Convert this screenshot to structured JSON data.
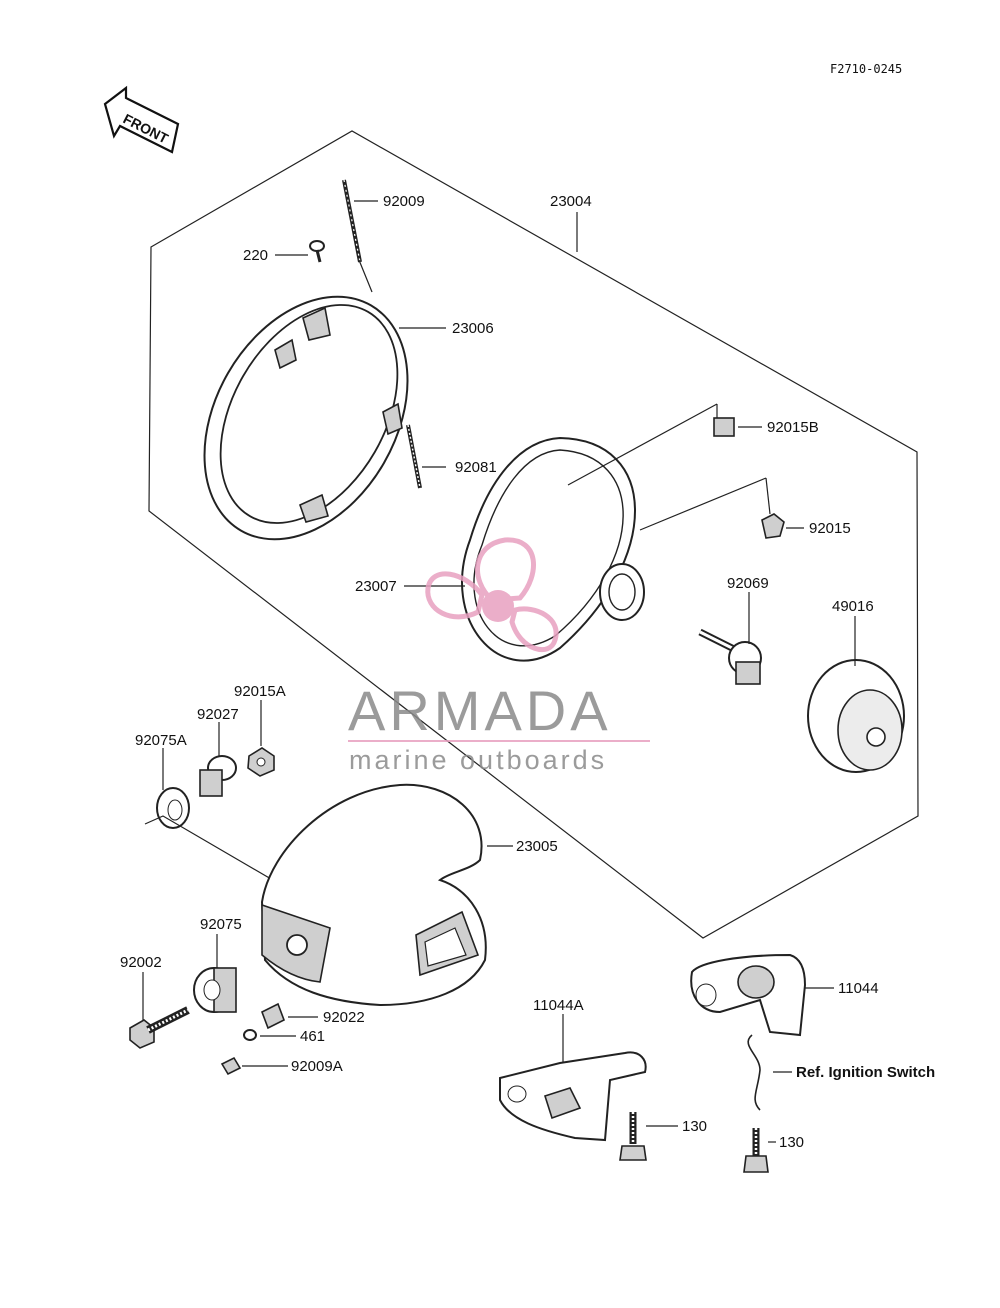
{
  "diagram_code": "F2710-0245",
  "front_label": "FRONT",
  "watermark": {
    "brand": "ARMADA",
    "tagline": "marine outboards",
    "color": "#e8a0c0"
  },
  "labels": {
    "p92009": "92009",
    "p23004": "23004",
    "p220": "220",
    "p23006": "23006",
    "p92015B": "92015B",
    "p92081": "92081",
    "p92015": "92015",
    "p23007": "23007",
    "p92069": "92069",
    "p49016": "49016",
    "p92015A": "92015A",
    "p92027": "92027",
    "p92075A": "92075A",
    "p23005": "23005",
    "p92075": "92075",
    "p92002": "92002",
    "p92022": "92022",
    "p461": "461",
    "p92009A": "92009A",
    "p11044A": "11044A",
    "p11044": "11044",
    "ref_ignition": "Ref. Ignition Switch",
    "p130a": "130",
    "p130b": "130"
  }
}
